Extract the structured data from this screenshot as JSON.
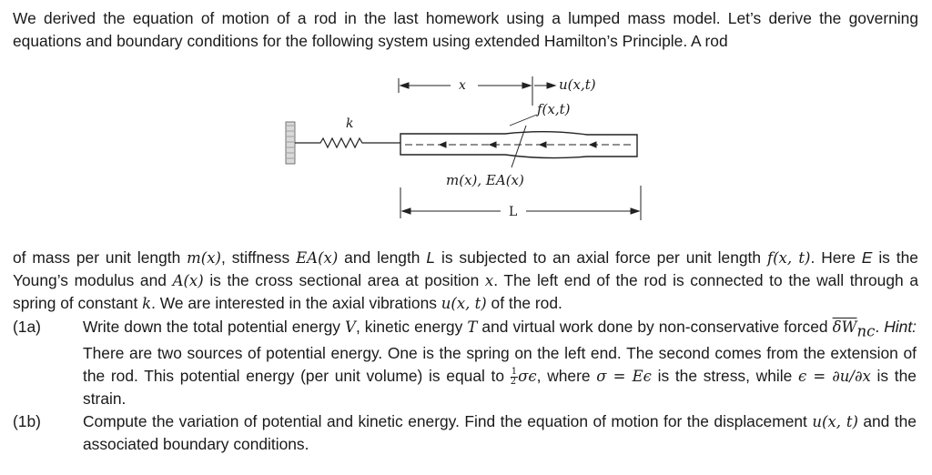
{
  "intro": {
    "text": "We derived the equation of motion of a rod in the last homework using a lumped mass model.  Let’s derive the governing equations and boundary conditions for the following system using extended Hamilton’s Principle. A rod"
  },
  "figure": {
    "label_x": "x",
    "label_u": "u(x,t)",
    "label_f": "f(x,t)",
    "label_k": "k",
    "label_props": "m(x), EA(x)",
    "label_L": "L"
  },
  "body": {
    "p1": "of mass per unit length ",
    "m_expr": "m(x)",
    "p2": ", stiffness ",
    "ea_expr": "EA(x)",
    "p3": " and length ",
    "L": "L",
    "p4": " is subjected to an axial force per unit length ",
    "f_expr": "f(x, t)",
    "p5": ". Here ",
    "E": "E",
    "p6": " is the Young’s modulus and ",
    "a_expr": "A(x)",
    "p7": " is the cross sectional area at position ",
    "x": "x",
    "p8": ". The left end of the rod is connected to the wall through a spring of constant ",
    "k": "k",
    "p9": ". We are interested in the axial vibrations ",
    "u_expr": "u(x, t)",
    "p10": " of the rod."
  },
  "q1a": {
    "label": "(1a)",
    "t1": "Write down the total potential energy ",
    "V": "V",
    "t2": ", kinetic energy ",
    "T": "T",
    "t3": " and virtual work done by non-conservative forced ",
    "dW": "δW",
    "nc": "nc",
    "t4": ". ",
    "hint": "Hint:",
    "t5": " There are two sources of potential energy. One is the spring on the left end. The second comes from the extension of the rod. This potential energy (per unit volume) is equal to ",
    "half_num": "1",
    "half_den": "2",
    "sig_eps": "σϵ",
    "t6": ", where ",
    "sigma_eq": "σ = Eϵ",
    "t7": " is the stress, while ",
    "strain_eq": "ϵ = ∂u/∂x",
    "t8": " is the strain."
  },
  "q1b": {
    "label": "(1b)",
    "t1": "Compute the variation of potential and kinetic energy. Find the equation of motion for the displacement ",
    "u_expr": "u(x, t)",
    "t2": " and the associated boundary conditions."
  }
}
